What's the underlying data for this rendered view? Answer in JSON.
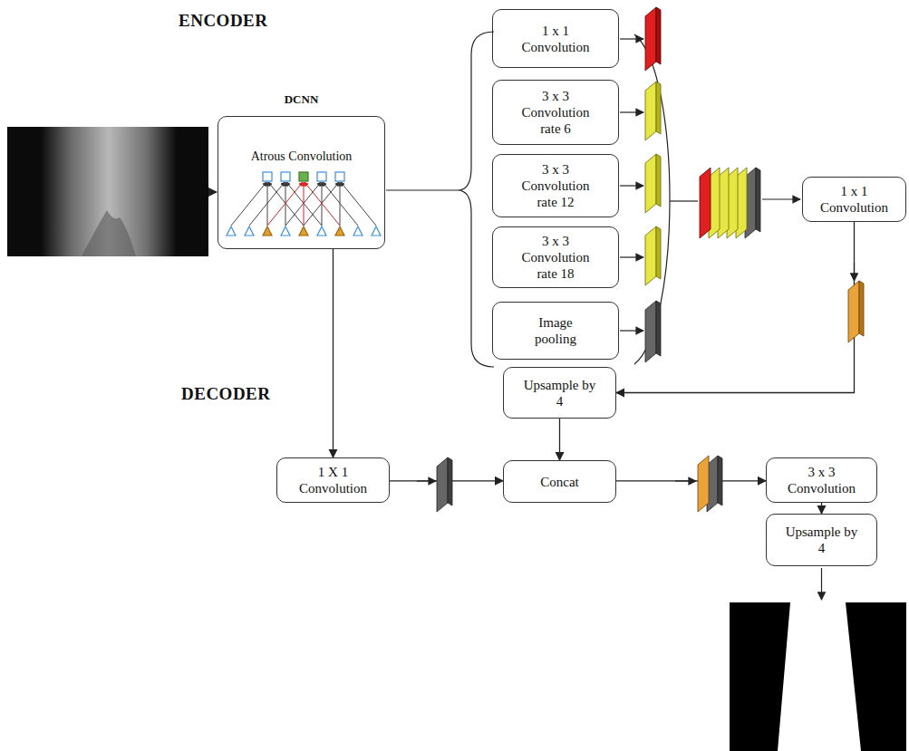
{
  "diagram": {
    "nodes": [
      {
        "text": [
          "DCNN",
          "Atrous Convolution"
        ]
      },
      {
        "text": [
          "1 x 1 Convolution"
        ]
      },
      {
        "text": [
          "3 x 3 Convolution rate 6"
        ]
      },
      {
        "text": [
          "3 x 3 Convolution rate 12"
        ]
      },
      {
        "text": [
          "3 x 3 Convolution rate 18"
        ]
      },
      {
        "text": [
          "Image pooling"
        ]
      },
      {
        "text": [
          "1 x 1 Convolution"
        ]
      },
      {
        "text": [
          "Upsample by 4"
        ]
      },
      {
        "text": [
          "1 X 1 Convolution"
        ]
      },
      {
        "text": [
          "Concat"
        ]
      },
      {
        "text": [
          "3 x 3 Convolution"
        ]
      },
      {
        "text": [
          "Upsample by 4"
        ]
      }
    ],
    "edges": [
      {
        "from": 0,
        "to": 8,
        "arrow": "to"
      },
      {
        "from": 6,
        "to": 7,
        "arrow": "to"
      },
      {
        "from": 7,
        "to": 9,
        "arrow": "to"
      },
      {
        "from": 8,
        "to": 9,
        "arrow": "to"
      },
      {
        "from": 9,
        "to": 10,
        "arrow": "to"
      },
      {
        "from": 10,
        "to": 11,
        "arrow": "to"
      }
    ],
    "labels": [
      "ENCODER",
      "DECODER"
    ]
  }
}
